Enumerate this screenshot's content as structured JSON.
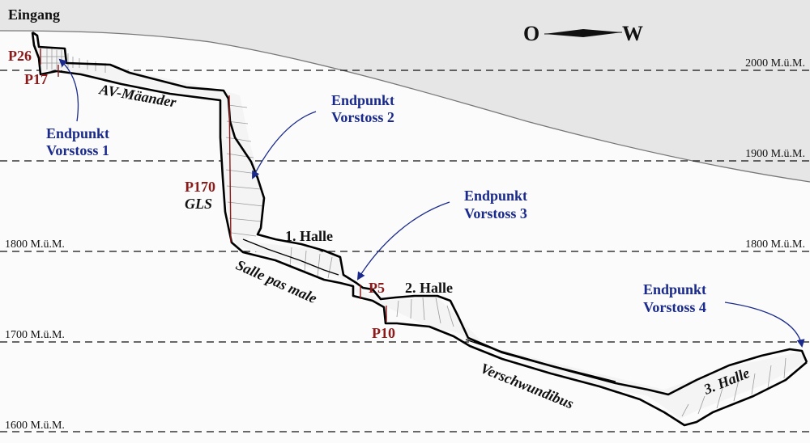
{
  "entrance": "Eingang",
  "compass": {
    "east": "O",
    "west": "W"
  },
  "elevations": {
    "e2000": "2000 M.ü.M.",
    "e1900": "1900 M.ü.M.",
    "e1800": "1800 M.ü.M.",
    "e1700": "1700 M.ü.M.",
    "e1600": "1600 M.ü.M."
  },
  "shafts": {
    "p26": "P26",
    "p17": "P17",
    "p170": "P170",
    "p5": "P5",
    "p10": "P10"
  },
  "passages": {
    "av_maeander": "AV-Mäander",
    "gls": "GLS",
    "salle_pas_male": "Salle pas male",
    "verschwundibus": "Verschwundibus"
  },
  "halls": {
    "halle1": "1. Halle",
    "halle2": "2. Halle",
    "halle3": "3. Halle"
  },
  "endpoints": {
    "v1": [
      "Endpunkt",
      "Vorstoss 1"
    ],
    "v2": [
      "Endpunkt",
      "Vorstoss 2"
    ],
    "v3": [
      "Endpunkt",
      "Vorstoss 3"
    ],
    "v4": [
      "Endpunkt",
      "Vorstoss 4"
    ]
  },
  "colors": {
    "shaft_label": "#8b1a1a",
    "endpoint_label": "#1a2a8c",
    "cave_outline": "#000000",
    "surface_fill": "#e6e6e6"
  }
}
